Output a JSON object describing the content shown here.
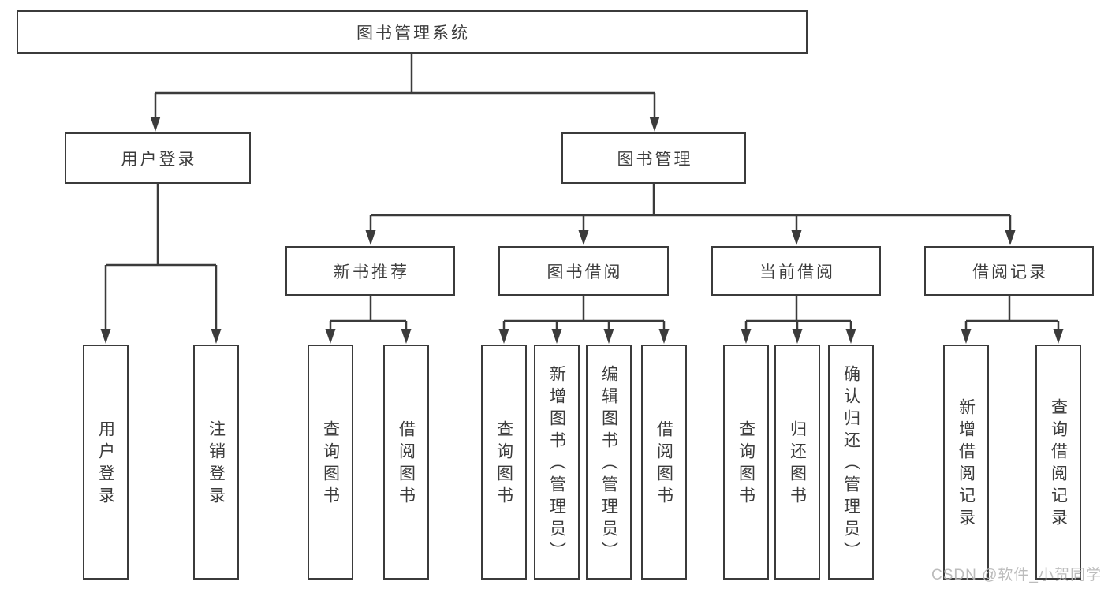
{
  "diagram": {
    "title": "图书管理系统",
    "level2": {
      "user_login": "用户登录",
      "book_mgmt": "图书管理"
    },
    "level3": {
      "new_books": "新书推荐",
      "book_borrow": "图书借阅",
      "current_borrow": "当前借阅",
      "borrow_records": "借阅记录"
    },
    "leaves": {
      "user_login": "用户登录",
      "logout": "注销登录",
      "nb_query_books": "查询图书",
      "nb_borrow_books": "借阅图书",
      "bb_query_books": "查询图书",
      "bb_add_books": "新增图书（管理员）",
      "bb_edit_books": "编辑图书（管理员）",
      "bb_borrow_books": "借阅图书",
      "cb_query_books": "查询图书",
      "cb_return_books": "归还图书",
      "cb_confirm_return": "确认归还（管理员）",
      "br_add_record": "新增借阅记录",
      "br_query_record": "查询借阅记录"
    },
    "line_color": "#3b3b3b"
  },
  "watermark": "CSDN @软件_小贺同学"
}
